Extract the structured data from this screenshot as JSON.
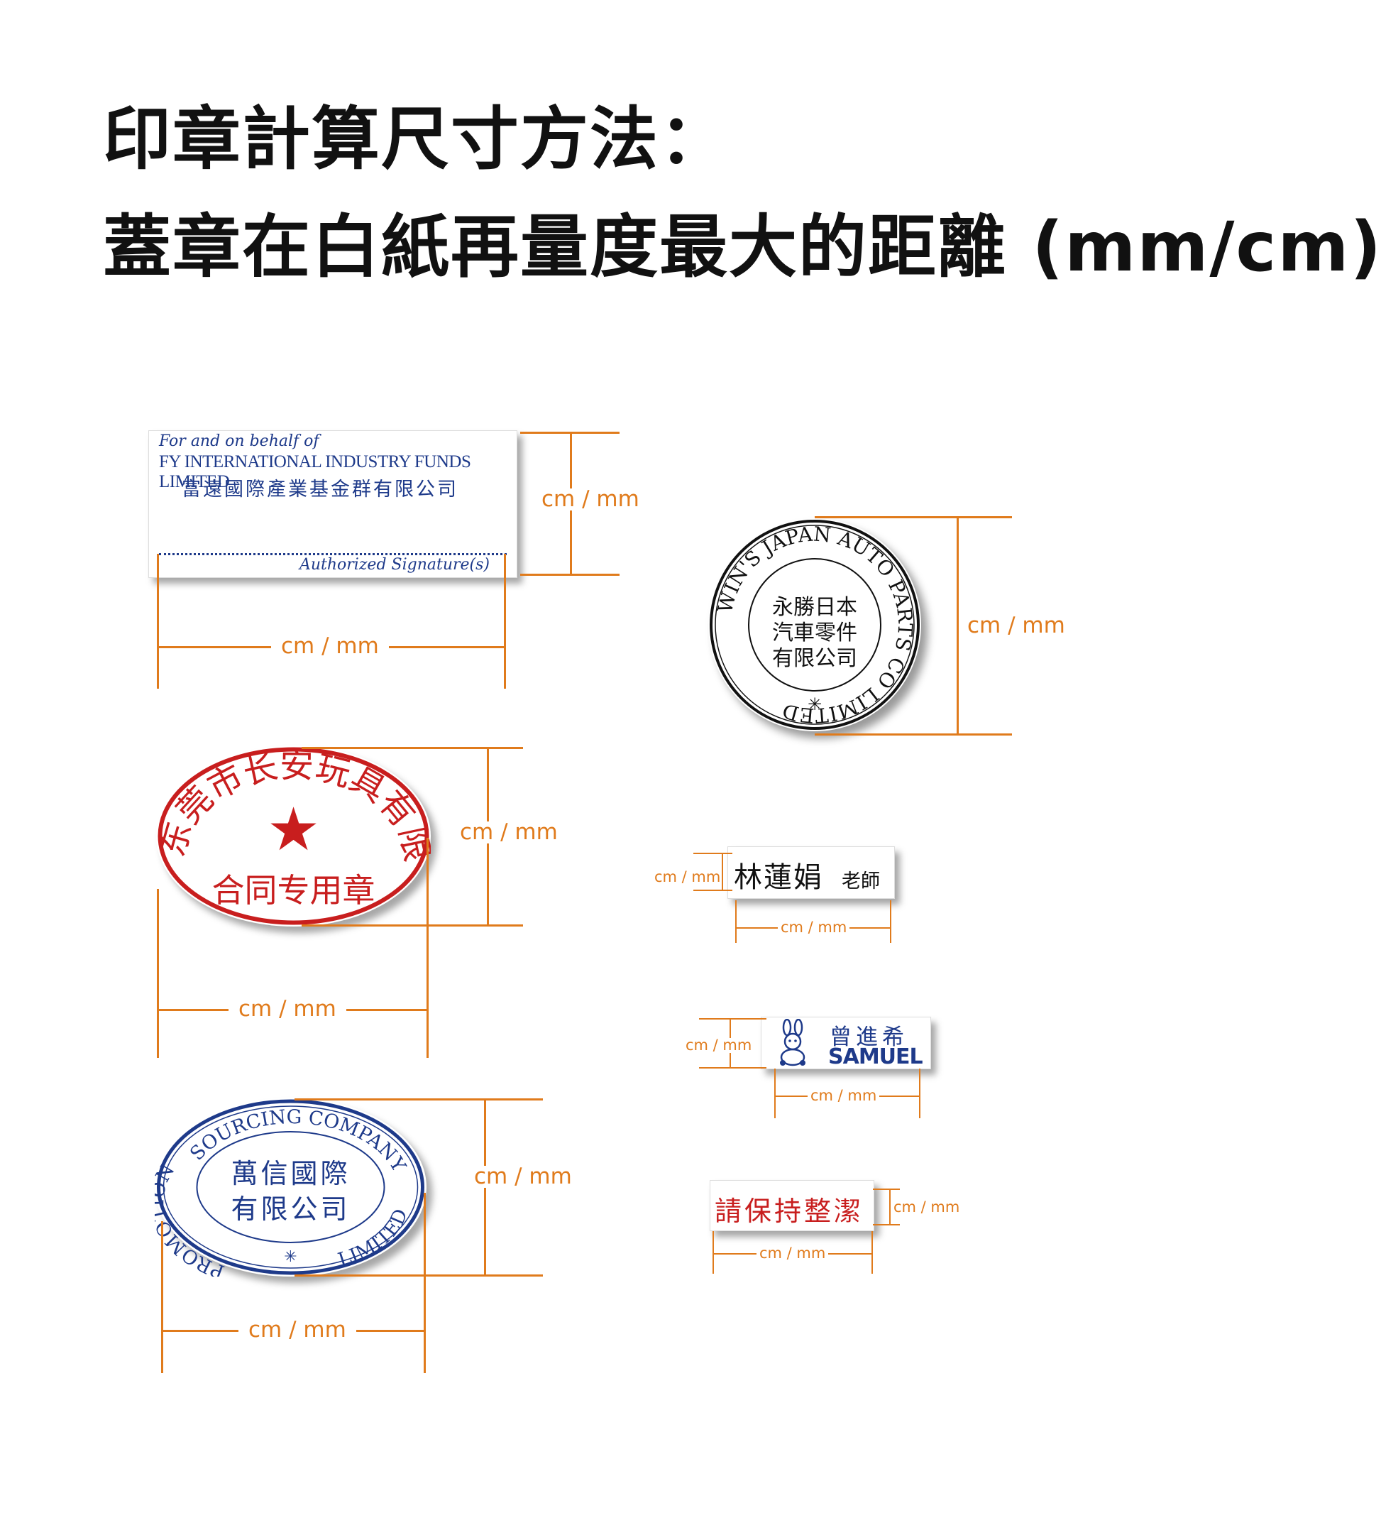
{
  "titles": {
    "line1": "印章計算尺寸方法：",
    "line2": "蓋章在白紙再量度最大的距離 (mm/cm)"
  },
  "dimension_label": "cm / mm",
  "colors": {
    "dimension_lines": "#e07b1c",
    "ink_blue": "#1e3a8a",
    "ink_red": "#c81e1e",
    "ink_black": "#111111"
  },
  "stamps": {
    "fy": {
      "line1": "For and on behalf of",
      "line2": "FY INTERNATIONAL INDUSTRY FUNDS LIMITED",
      "line3": "富遠國際產業基金群有限公司",
      "signature": "Authorized Signature(s)"
    },
    "wins": {
      "ring_text": "WIN'S JAPAN AUTO PARTS CO LIMITED",
      "center_line1": "永勝日本",
      "center_line2": "汽車零件",
      "center_line3": "有限公司",
      "star": "✳"
    },
    "dongguan": {
      "arc_text": "东莞市长安玩具有限公司",
      "star": "★",
      "bottom_text": "合同专用章"
    },
    "promotions": {
      "top_arc": "SOURCING COMPANY",
      "left_arc": "PROMOTIONS",
      "right_arc": "LIMITED",
      "center_line1": "萬信國際",
      "center_line2": "有限公司",
      "star": "✳"
    },
    "teacher": {
      "name": "林蓮娟",
      "title": "老師"
    },
    "samuel": {
      "chinese": "曾進希",
      "english": "SAMUEL",
      "icon": "rabbit-icon"
    },
    "clean": {
      "text": "請保持整潔"
    }
  }
}
